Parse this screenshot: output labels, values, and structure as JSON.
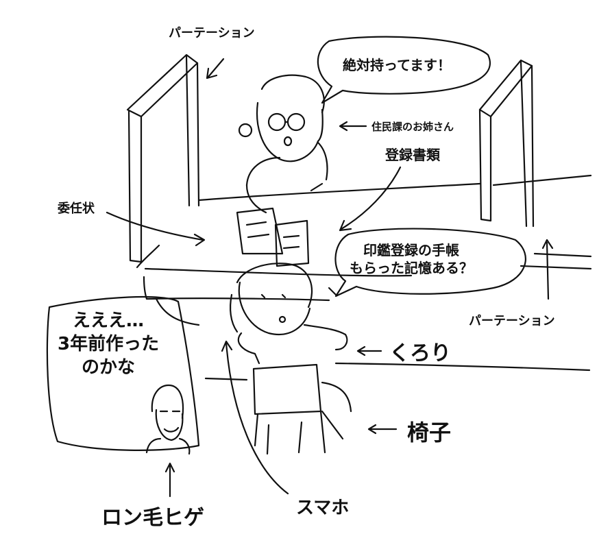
{
  "labels": {
    "partition_top": "パーテーション",
    "partition_right": "パーテーション",
    "clerk": "住民課のお姉さん",
    "documents": "登録書類",
    "proxy_letter": "委任状",
    "kurori": "くろり",
    "chair": "椅子",
    "phone": "スマホ",
    "long_hair_beard": "ロン毛ヒゲ"
  },
  "bubbles": {
    "clerk_line": "絶対持ってます！",
    "question_line1": "印鑑登録の手帳",
    "question_line2": "もらった記憶ある？",
    "thought_line1": "えええ…",
    "thought_line2": "3年前作った",
    "thought_line3": "のかな"
  }
}
